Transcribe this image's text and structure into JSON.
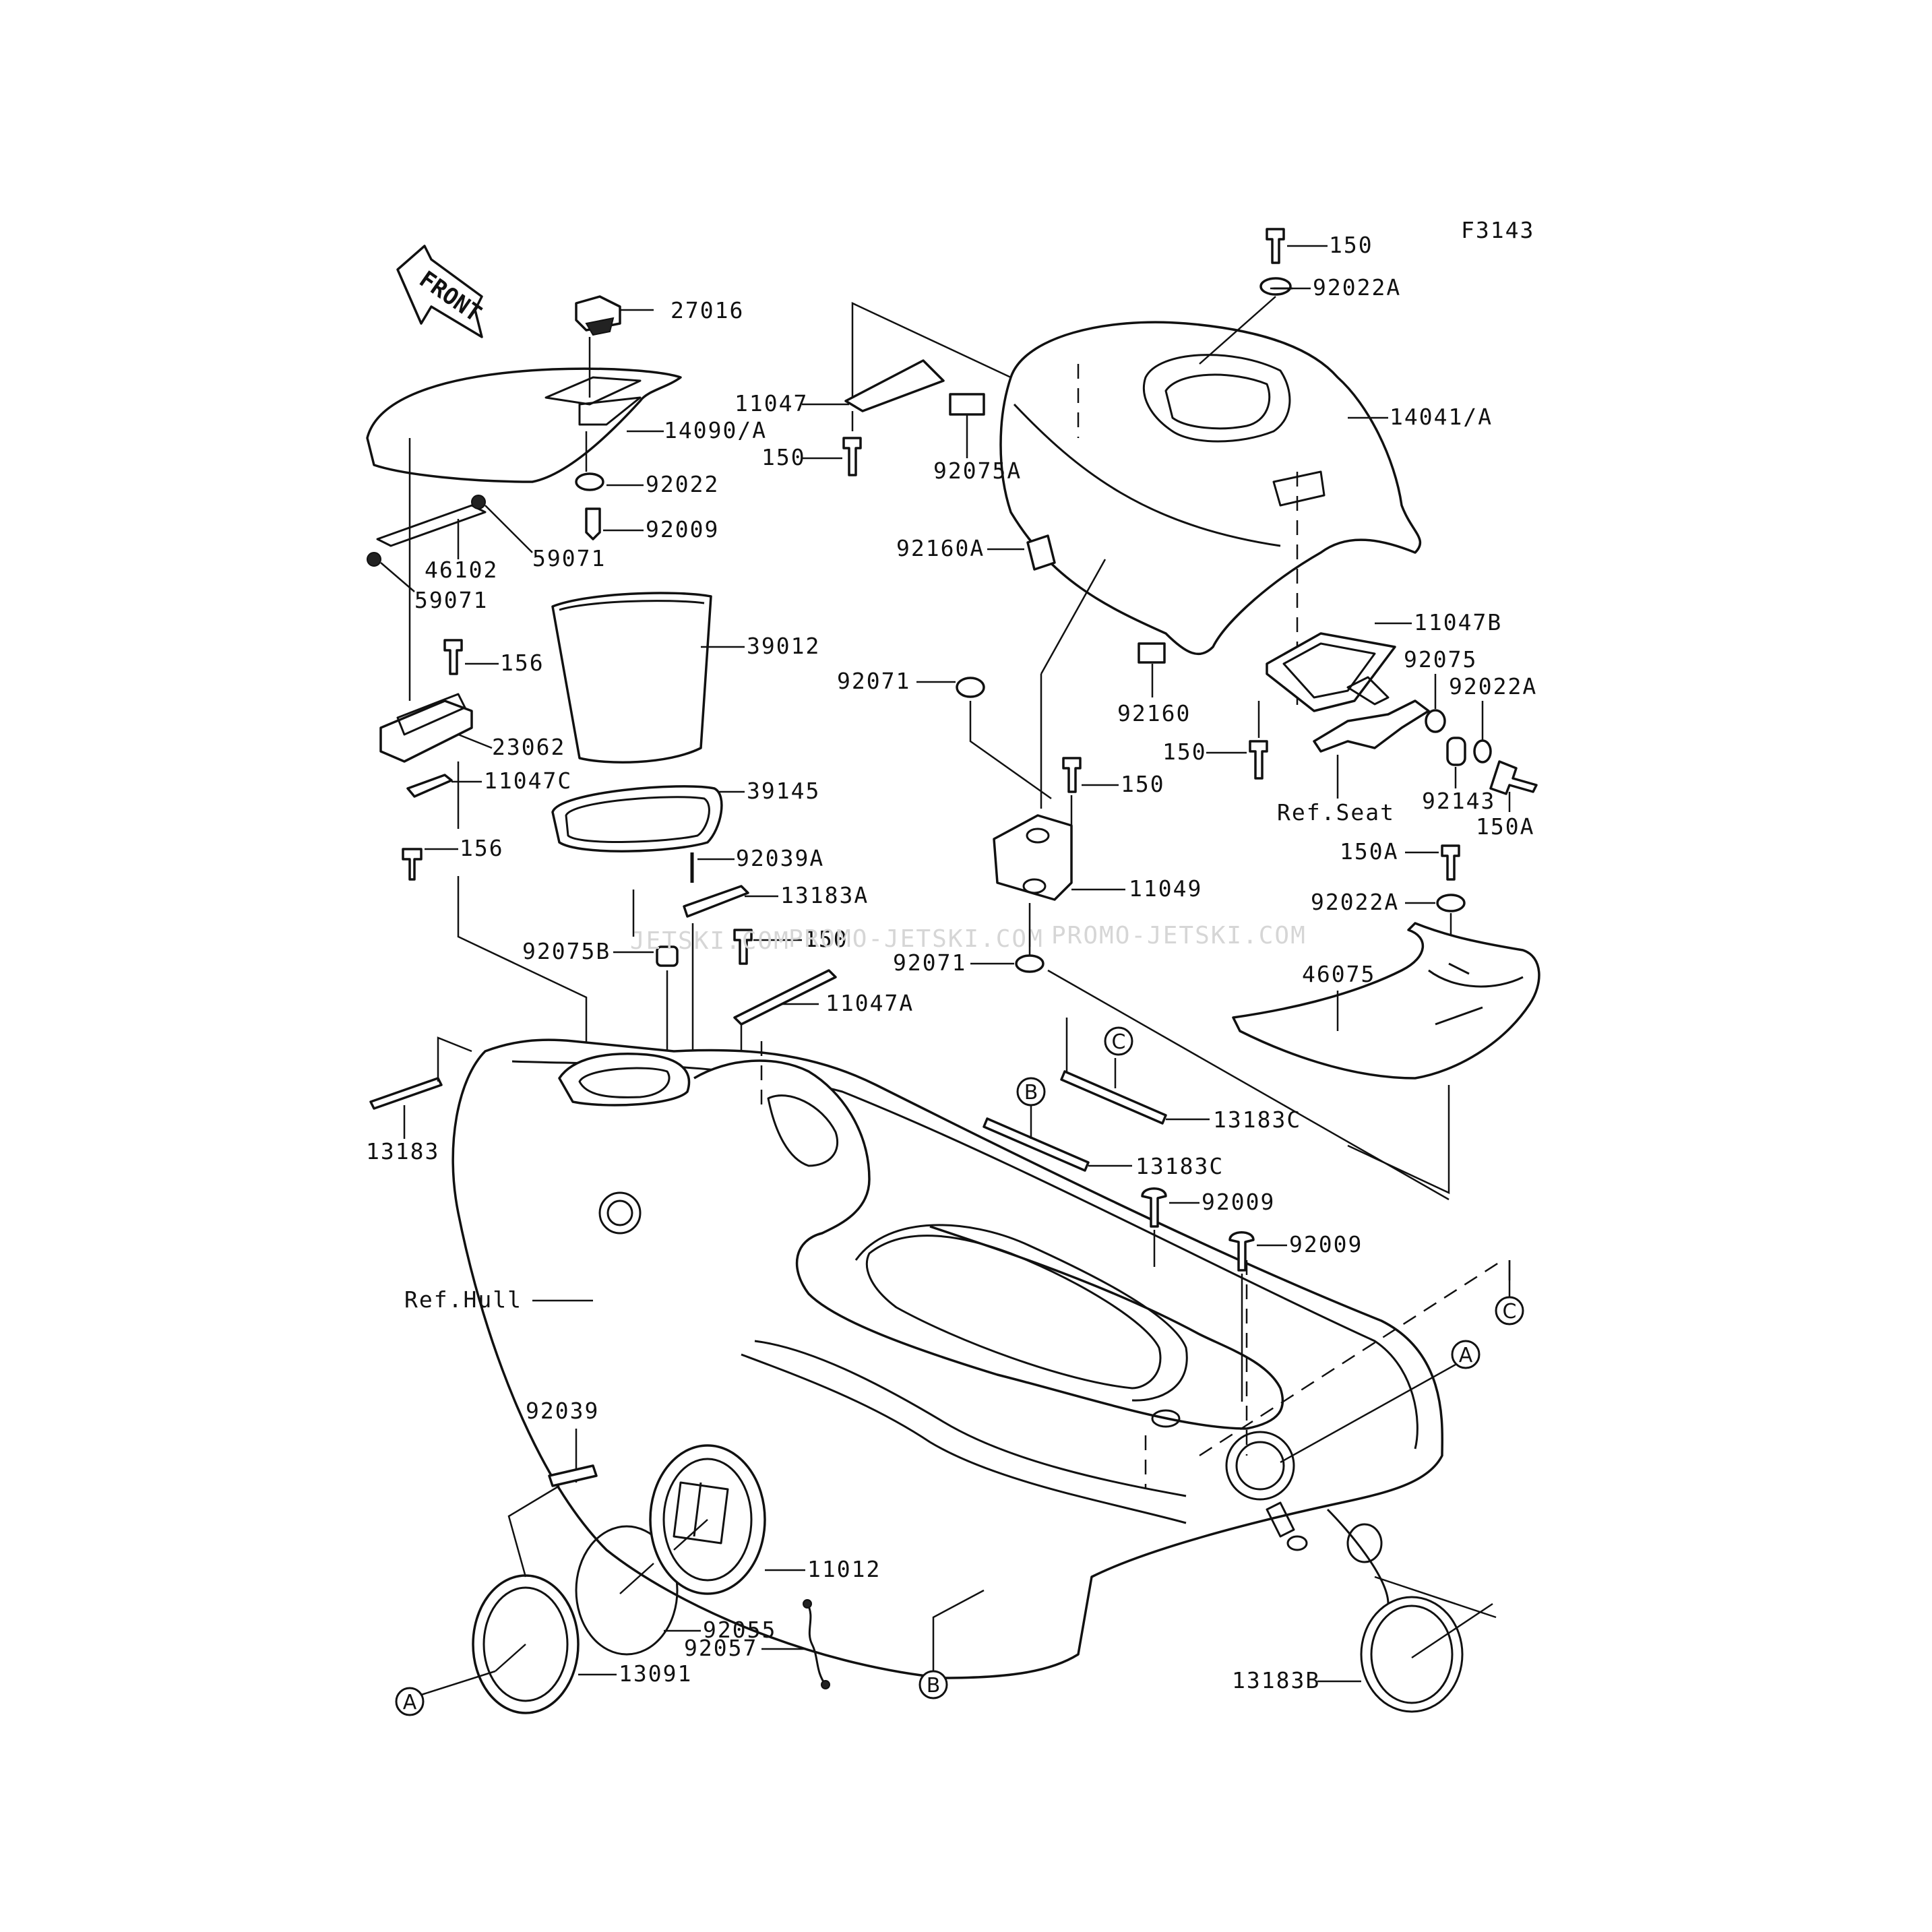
{
  "figure_code": "F3143",
  "front_label": "FRONT",
  "watermarks": [
    "JETSKI.COM",
    "PROMO-JETSKI.COM",
    "PROMO-JETSKI.COM"
  ],
  "labels": {
    "p150_top": "150",
    "p92022A_top": "92022A",
    "p27016": "27016",
    "p11047": "11047",
    "p14041A": "14041/A",
    "p14090A": "14090/A",
    "p150_a": "150",
    "p92075A": "92075A",
    "p92022": "92022",
    "p92009_a": "92009",
    "p92160A": "92160A",
    "p46102": "46102",
    "p59071_a": "59071",
    "p59071_b": "59071",
    "p11047B": "11047B",
    "p39012": "39012",
    "p92075": "92075",
    "p156_a": "156",
    "p92071_a": "92071",
    "p92022A_b": "92022A",
    "p92160": "92160",
    "p23062": "23062",
    "p150_b": "150",
    "p150_c": "150",
    "p11047C": "11047C",
    "p92143": "92143",
    "p39145": "39145",
    "p150A_a": "150A",
    "p156_b": "156",
    "p92039A": "92039A",
    "p11049": "11049",
    "p13183A": "13183A",
    "p92075B": "92075B",
    "p150_d": "150",
    "p92071_b": "92071",
    "p92022A_c": "92022A",
    "p11047A": "11047A",
    "p46075": "46075",
    "p13183C_a": "13183C",
    "p13183": "13183",
    "p13183C_b": "13183C",
    "p92009_b": "92009",
    "p92009_c": "92009",
    "p92039": "92039",
    "p11012": "11012",
    "p92055": "92055",
    "p92057": "92057",
    "p13091": "13091",
    "p13183B": "13183B",
    "p150A_b": "150A"
  },
  "ref_labels": {
    "seat": "Ref.Seat",
    "hull": "Ref.Hull"
  },
  "callouts": {
    "a1": "A",
    "a2": "A",
    "b1": "B",
    "b2": "B",
    "c1": "C",
    "c2": "C"
  }
}
